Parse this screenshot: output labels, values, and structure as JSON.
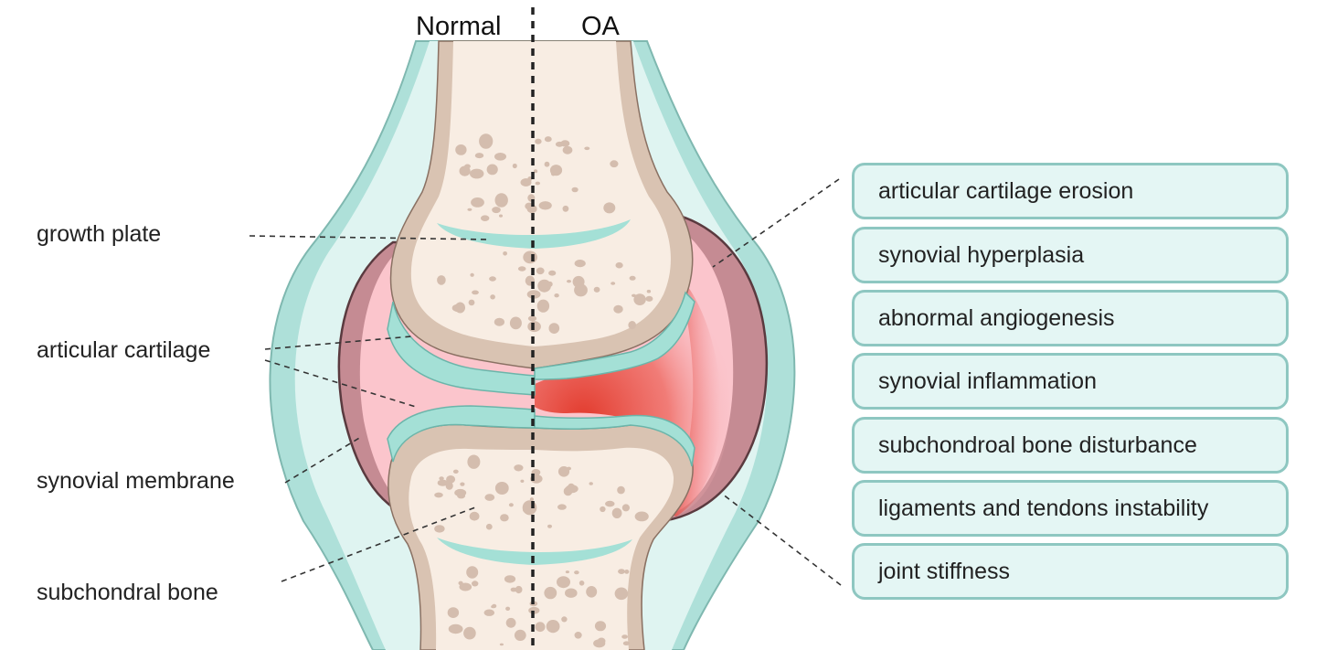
{
  "headers": {
    "left": "Normal",
    "right": "OA"
  },
  "labels": {
    "growth_plate": "growth plate",
    "articular_cartilage": "articular cartilage",
    "synovial_membrane": "synovial membrane",
    "subchondral_bone": "subchondral bone"
  },
  "features": [
    "articular cartilage erosion",
    "synovial hyperplasia",
    "abnormal angiogenesis",
    "synovial inflammation",
    "subchondroal bone disturbance",
    "ligaments and tendons instability",
    "joint stiffness"
  ],
  "colors": {
    "capsule_outer": "#aee0d9",
    "capsule_inner": "#dff4f1",
    "synovium": "#c58b93",
    "fluid": "#fbc5cc",
    "bone_shell": "#d9c3b2",
    "marrow": "#f8ede3",
    "pores": "#d4bdae",
    "cartilage": "#a4e0d6",
    "inflammation": "#e23a2c",
    "box_border": "#8ec7c1",
    "box_fill": "#e4f6f4"
  }
}
